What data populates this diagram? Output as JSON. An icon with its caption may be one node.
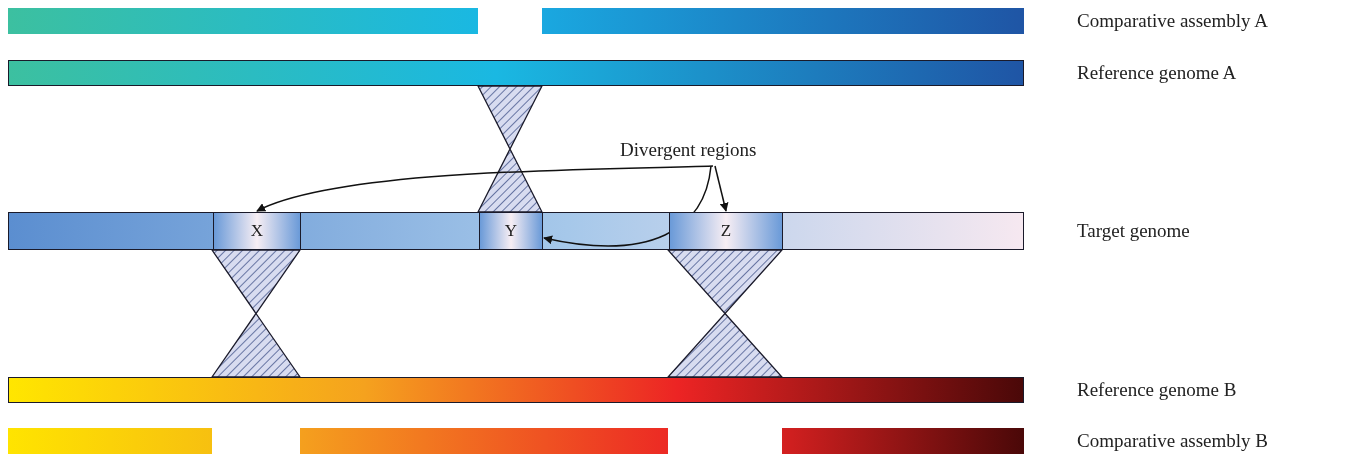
{
  "diagram": {
    "nodes": [
      {
        "text": [
          "Comparative assembly A"
        ]
      },
      {
        "text": [
          "Reference genome A"
        ]
      },
      {
        "text": [
          "Divergent regions"
        ]
      },
      {
        "text": [
          "Target genome"
        ]
      },
      {
        "text": [
          "X"
        ],
        "in": 3
      },
      {
        "text": [
          "Y"
        ],
        "in": 3
      },
      {
        "text": [
          "Z"
        ],
        "in": 3
      },
      {
        "text": [
          "Reference genome B"
        ]
      },
      {
        "text": [
          "Comparative assembly B"
        ]
      }
    ],
    "edges": [
      {
        "from": 2,
        "to": 4,
        "arrow": "to"
      },
      {
        "from": 2,
        "to": 5,
        "arrow": "to"
      },
      {
        "from": 2,
        "to": 6,
        "arrow": "to"
      }
    ]
  }
}
